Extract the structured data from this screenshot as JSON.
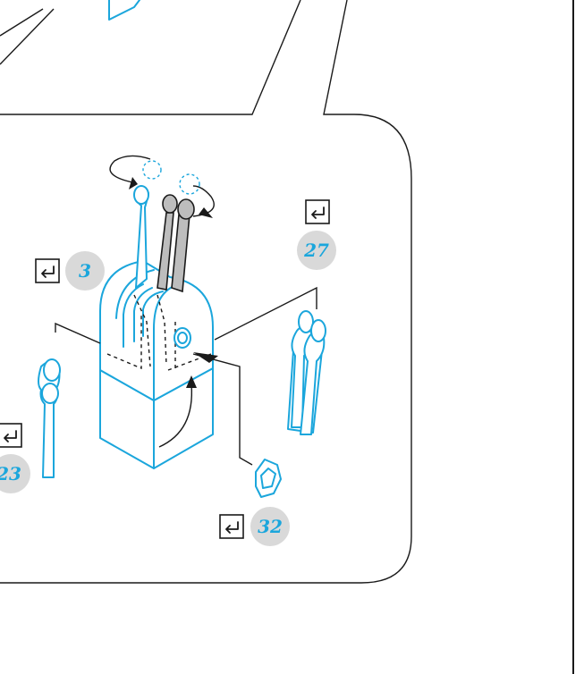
{
  "step_markers": [
    {
      "id": "lever-left",
      "number": "3"
    },
    {
      "id": "lever-pair-right",
      "number": "27"
    },
    {
      "id": "lever-single-left",
      "number": "23"
    },
    {
      "id": "knob",
      "number": "32"
    }
  ],
  "colors": {
    "line_blue": "#1ba6dc",
    "outline_black": "#1a1a1a",
    "badge_grey": "#d9d9d9",
    "lever_grey": "#bdbdbd"
  },
  "icons": [
    "check-box-icon",
    "rotate-arrow-icon"
  ]
}
